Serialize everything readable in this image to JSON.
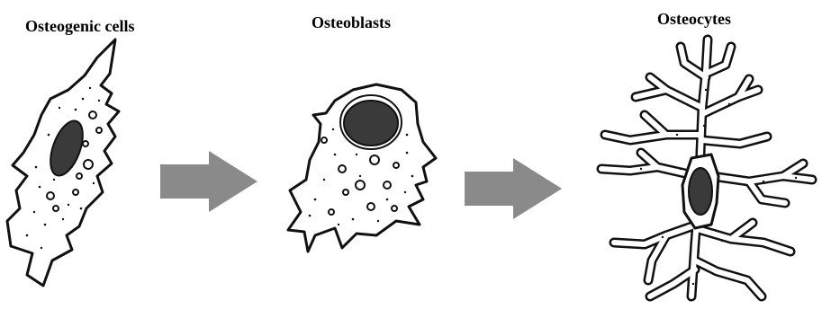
{
  "labels": {
    "osteogenic": "Osteogenic cells",
    "osteoblasts": "Osteoblasts",
    "osteocytes": "Osteocytes"
  },
  "colors": {
    "outline": "#111111",
    "nucleus": "#3a3a3a",
    "arrow": "#8a8a8a",
    "background": "#ffffff"
  },
  "icons": {
    "arrow_1": "right-arrow-icon",
    "arrow_2": "right-arrow-icon"
  }
}
